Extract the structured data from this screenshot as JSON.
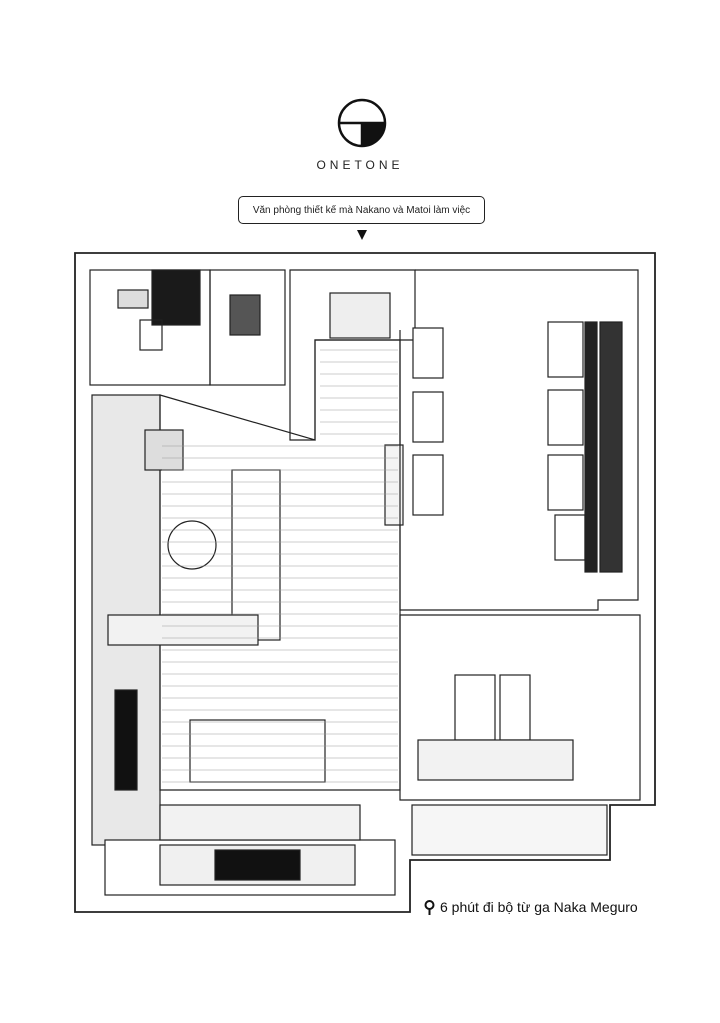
{
  "logo": {
    "brand": "ONETONE"
  },
  "caption": {
    "text": "Văn phòng thiết kế mà Nakano và Matoi làm việc"
  },
  "location": {
    "icon": "map-pin-icon",
    "text": "6 phút đi bộ từ ga Naka Meguro"
  }
}
